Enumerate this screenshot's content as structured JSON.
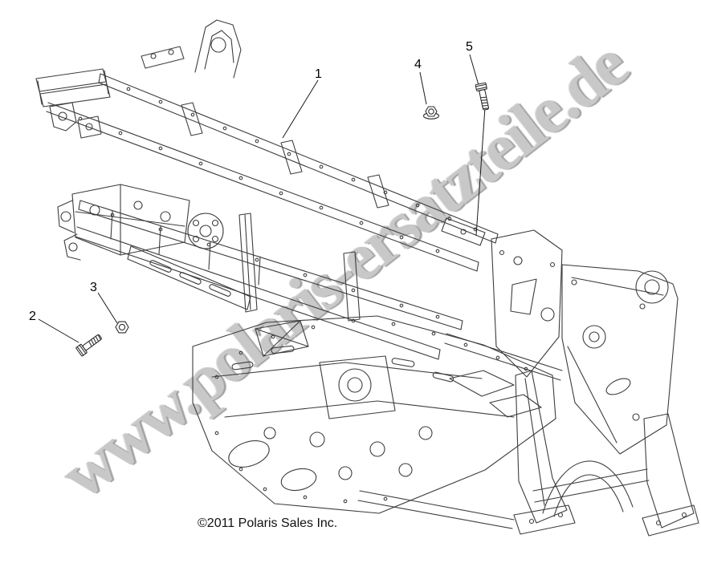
{
  "watermark": {
    "text": "www.polaris-ersatzteile.de",
    "color": "#c8c8c8"
  },
  "copyright": {
    "text": "©2011 Polaris Sales Inc."
  },
  "callouts": [
    {
      "label": "1"
    },
    {
      "label": "2"
    },
    {
      "label": "3"
    },
    {
      "label": "4"
    },
    {
      "label": "5"
    }
  ],
  "diagram": {
    "type": "exploded-parts-line-drawing",
    "line_color": "#3d3d3d",
    "fastener_icons": [
      "bolt-icon",
      "nut-icon",
      "flange-nut-icon",
      "bolt-icon"
    ]
  }
}
